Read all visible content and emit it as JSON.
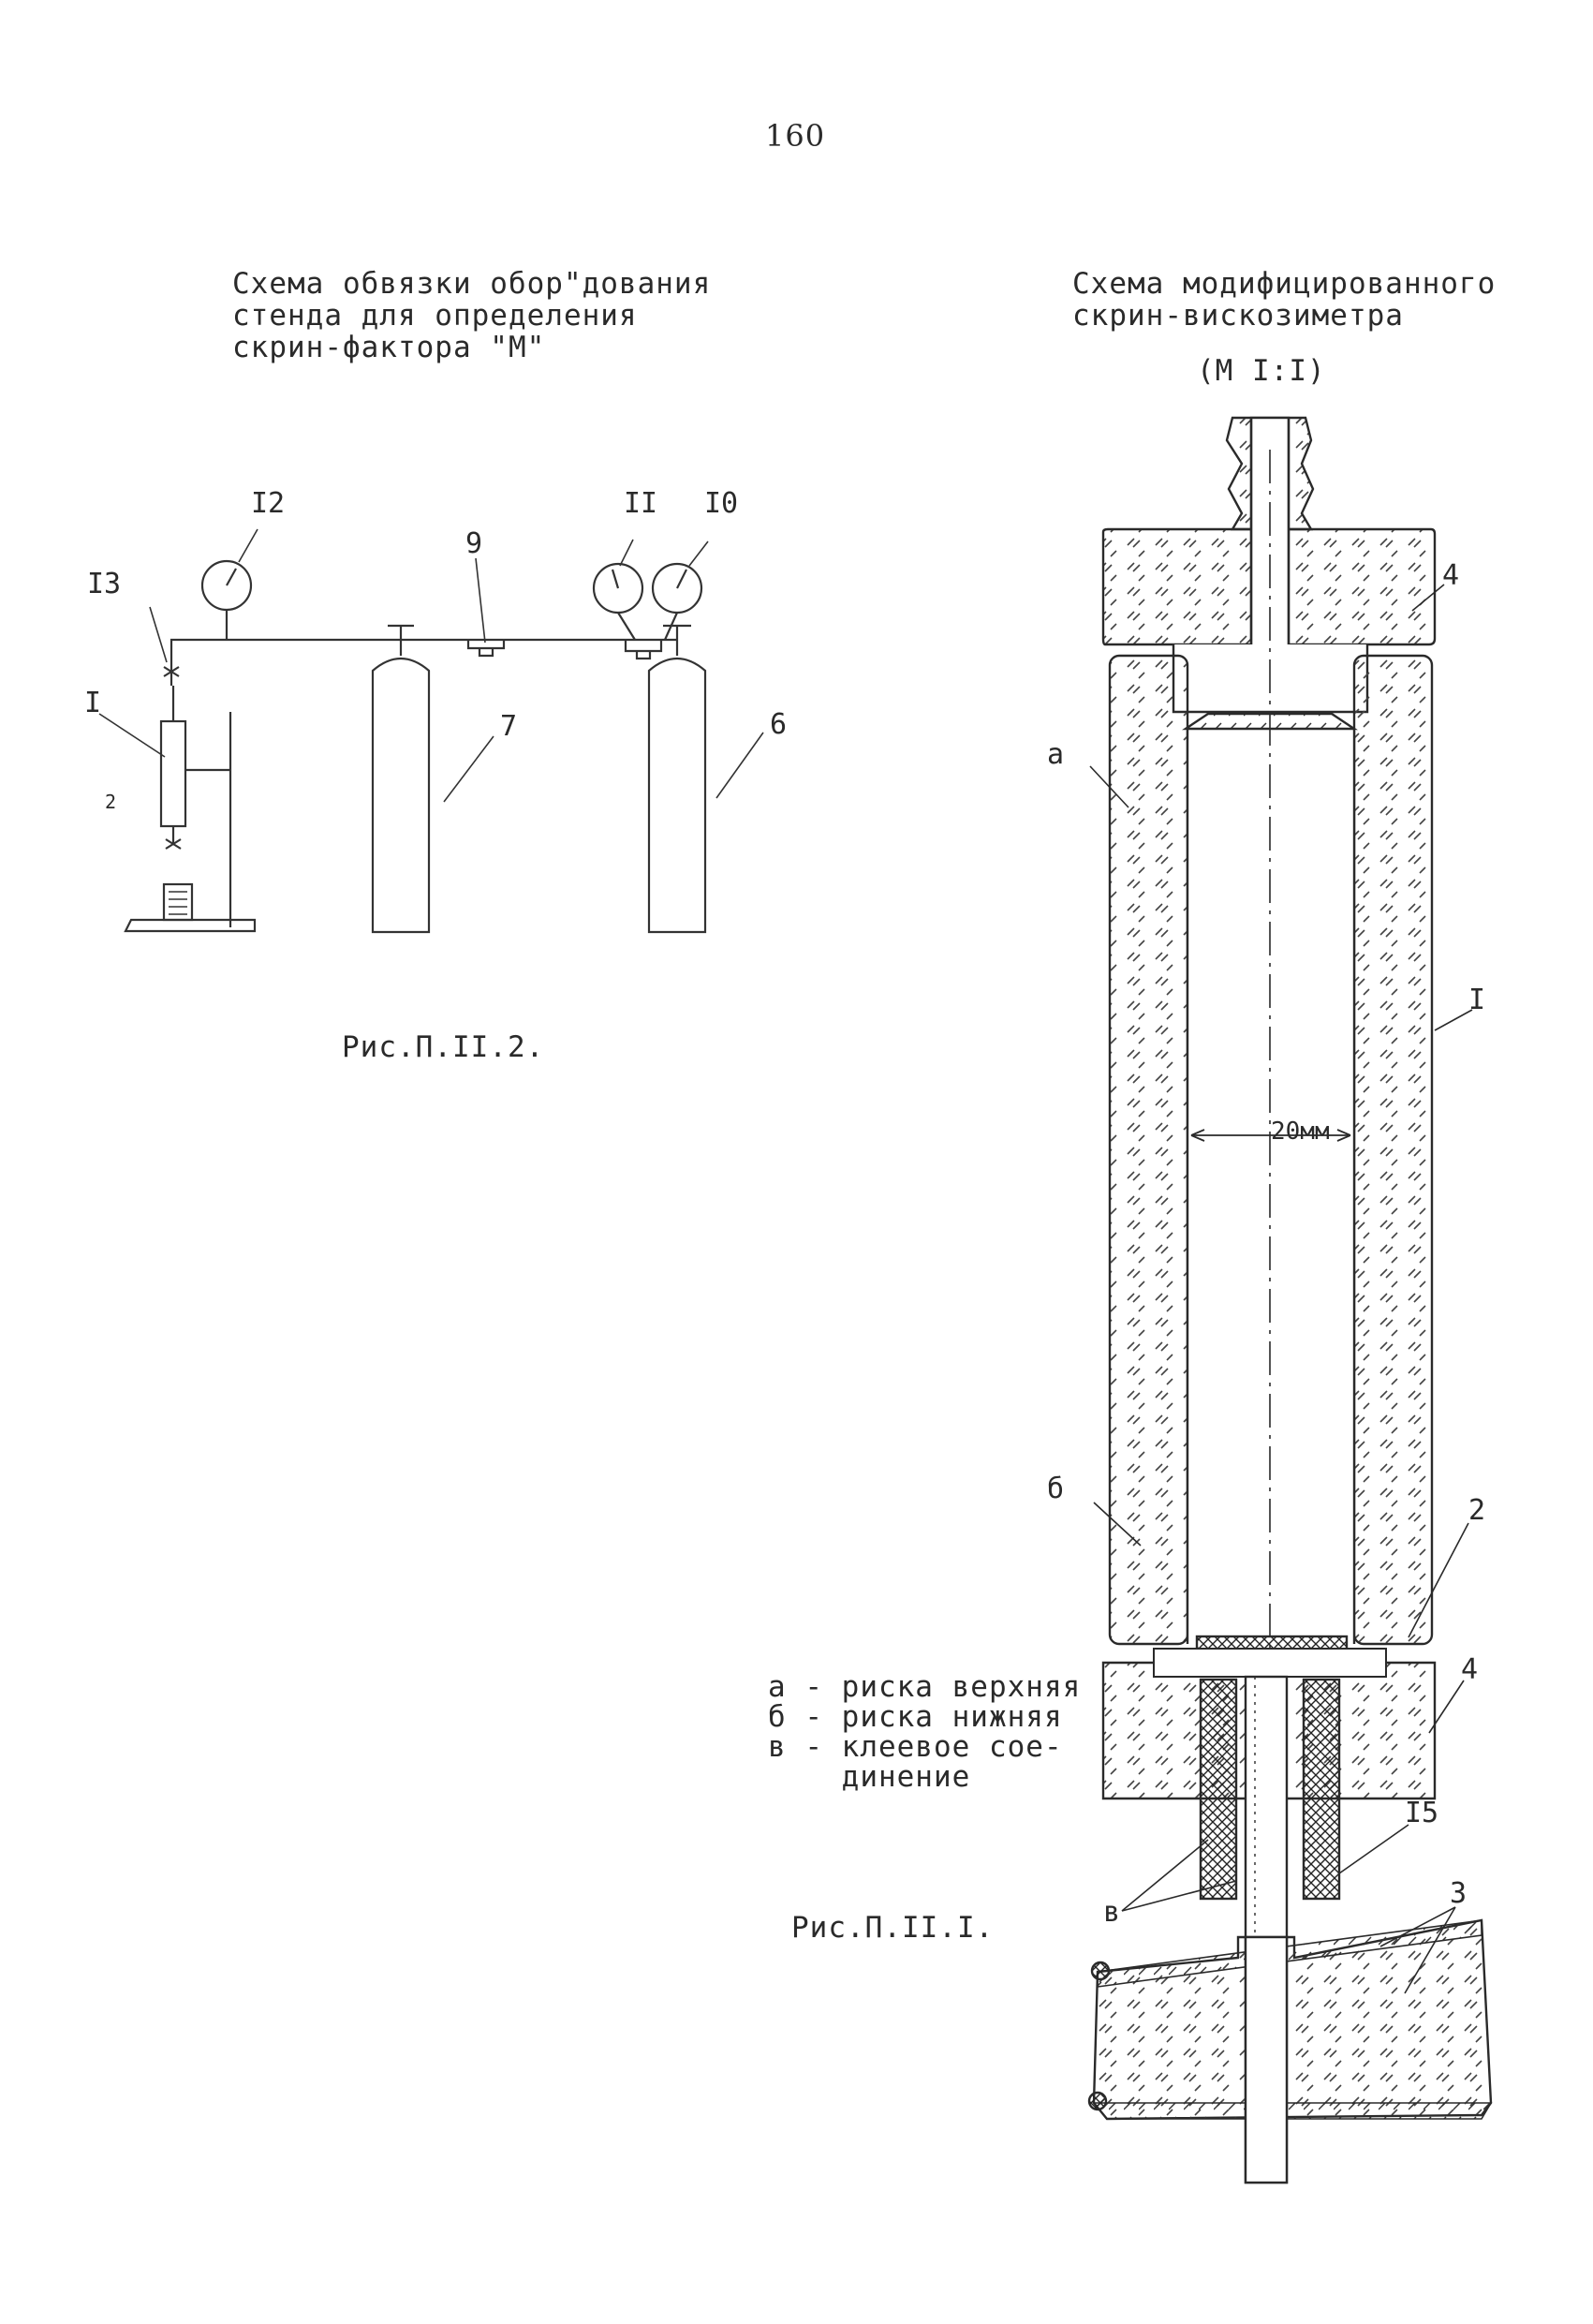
{
  "page_number": "160",
  "left_figure": {
    "title_lines": [
      "Схема обвязки обор\"дования",
      "стенда для определения",
      "скрин-фактора \"М\""
    ],
    "labels": {
      "l13": "I3",
      "l12": "I2",
      "l9": "9",
      "l11": "II",
      "l10": "I0",
      "l1": "I",
      "l2": "2",
      "l7": "7",
      "l6": "6"
    },
    "figure_caption": "Рис.П.II.2."
  },
  "right_figure": {
    "title_lines": [
      "Схема модифицированного",
      "скрин-вискозиметра"
    ],
    "scale": "(М I:I)",
    "labels": {
      "a": "а",
      "b": "б",
      "one": "I",
      "four_top": "4",
      "four_bottom": "4",
      "two": "2",
      "fifteen": "I5",
      "three": "3",
      "v": "в"
    },
    "dimension": "20мм",
    "legend": [
      "а - риска верхняя",
      "б - риска нижняя",
      "в - клеевое сое-",
      "    динение"
    ],
    "figure_caption": "Рис.П.II.I."
  }
}
